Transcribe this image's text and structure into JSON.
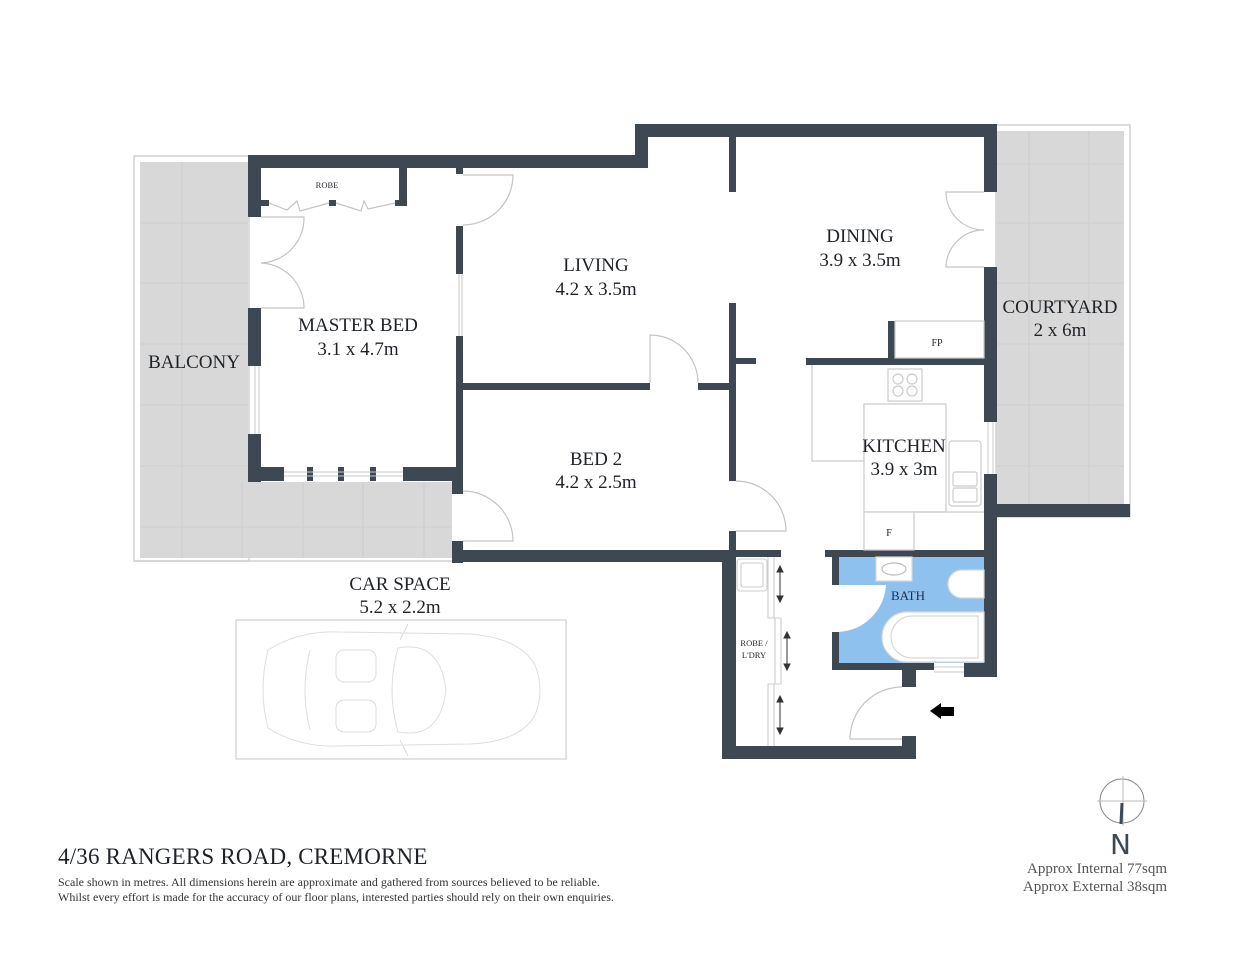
{
  "plan": {
    "address": "4/36 RANGERS ROAD, CREMORNE",
    "disclaimer_line1": "Scale shown in metres. All dimensions herein are approximate and gathered from sources believed to be  reliable.",
    "disclaimer_line2": "Whilst every effort is made for the accuracy of our floor plans, interested parties should rely on their own enquiries.",
    "area_internal": "Approx Internal 77sqm",
    "area_external": "Approx External 38sqm",
    "north_label": "N",
    "colors": {
      "wall": "#3d4852",
      "outdoor": "#d8d8d8",
      "bath": "#8fc1ef",
      "fixture": "#cccccc"
    }
  },
  "rooms": {
    "balcony": {
      "name": "BALCONY"
    },
    "master_bed": {
      "name": "MASTER BED",
      "size": "3.1 x 4.7m"
    },
    "robe": {
      "name": "ROBE"
    },
    "living": {
      "name": "LIVING",
      "size": "4.2 x 3.5m"
    },
    "dining": {
      "name": "DINING",
      "size": "3.9 x 3.5m"
    },
    "courtyard": {
      "name": "COURTYARD",
      "size": "2 x 6m"
    },
    "fp": {
      "name": "FP"
    },
    "kitchen": {
      "name": "KITCHEN",
      "size": "3.9 x 3m"
    },
    "fridge": {
      "name": "F"
    },
    "bed2": {
      "name": "BED 2",
      "size": "4.2 x 2.5m"
    },
    "bath": {
      "name": "BATH"
    },
    "robe_ldry": {
      "name_line1": "ROBE /",
      "name_line2": "L'DRY"
    },
    "car_space": {
      "name": "CAR SPACE",
      "size": "5.2 x 2.2m"
    }
  }
}
